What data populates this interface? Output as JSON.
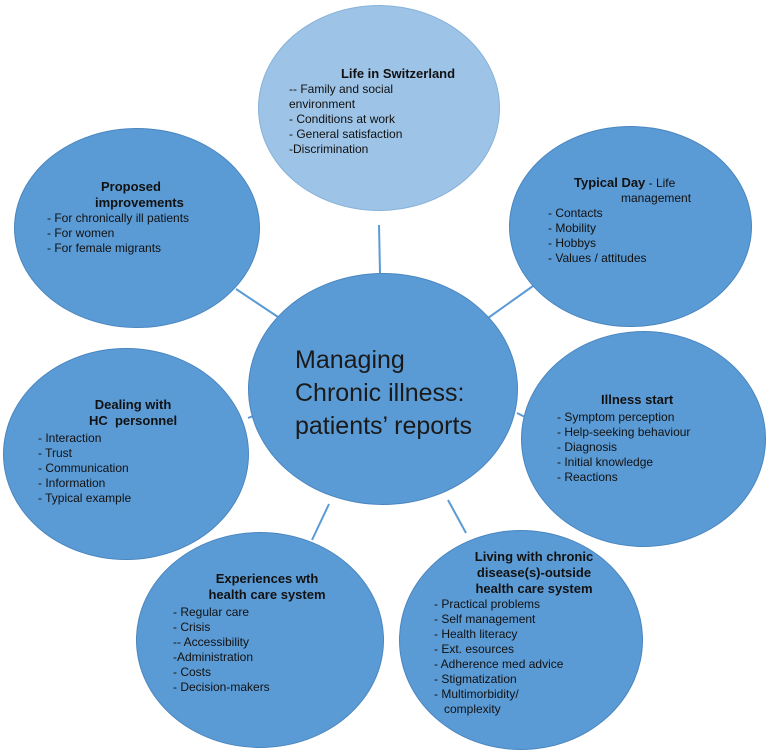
{
  "center": {
    "lines": [
      "Managing",
      "Chronic illness:",
      "patients’ reports"
    ]
  },
  "nodes": {
    "life_in_switzerland": {
      "title": "Life in Switzerland",
      "items": [
        "-- Family and social",
        "environment",
        "- Conditions at work",
        "- General  satisfaction",
        "-Discrimination"
      ]
    },
    "typical_day": {
      "title": "Typical Day",
      "title_suffix": " - Life",
      "title_line2": "management",
      "items": [
        "- Contacts",
        "- Mobility",
        "- Hobbys",
        "- Values / attitudes"
      ]
    },
    "illness_start": {
      "title": "Illness start",
      "items": [
        "- Symptom perception",
        "- Help-seeking behaviour",
        "- Diagnosis",
        "- Initial knowledge",
        "- Reactions"
      ]
    },
    "living_with_chronic": {
      "title_lines": [
        "Living with chronic",
        "disease(s)-outside",
        "health care system"
      ],
      "items": [
        "- Practical problems",
        "- Self management",
        "- Health literacy",
        "- Ext. esources",
        "- Adherence med advice",
        "- Stigmatization",
        "-  Multimorbidity/",
        "   complexity"
      ]
    },
    "experiences": {
      "title_lines": [
        "Experiences wth",
        "health care system"
      ],
      "items": [
        "- Regular care",
        "- Crisis",
        "-- Accessibility",
        "-Administration",
        "- Costs",
        "- Decision-makers"
      ]
    },
    "dealing_hc": {
      "title_lines": [
        "Dealing with",
        "HC  personnel"
      ],
      "items": [
        "- Interaction",
        "- Trust",
        "- Communication",
        "- Information",
        "- Typical example"
      ]
    },
    "proposed": {
      "title_lines": [
        "Proposed",
        "improvements"
      ],
      "items": [
        "- For chronically ill patients",
        "- For women",
        "- For female migrants"
      ]
    }
  }
}
